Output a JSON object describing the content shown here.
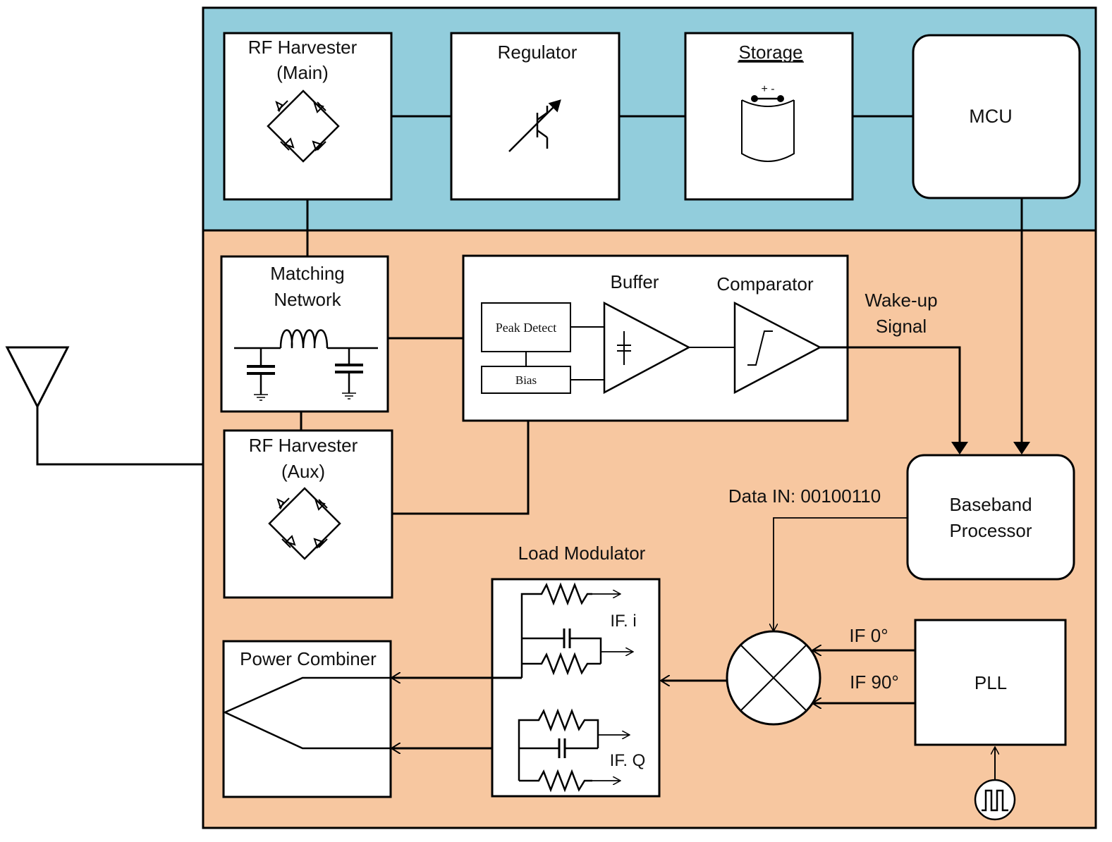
{
  "colors": {
    "top_panel": "#92CDDC",
    "bottom_panel": "#F7C7A0",
    "line": "#000000",
    "box_fill": "#ffffff"
  },
  "blocks": {
    "rf_harvester_main": {
      "line1": "RF Harvester",
      "line2": "(Main)"
    },
    "regulator": {
      "label": "Regulator"
    },
    "storage": {
      "label": "Storage",
      "polarity": "+ -"
    },
    "mcu": {
      "label": "MCU"
    },
    "matching_network": {
      "line1": "Matching",
      "line2": "Network"
    },
    "rf_harvester_aux": {
      "line1": "RF Harvester",
      "line2": "(Aux)"
    },
    "peak_detect": {
      "label": "Peak Detect"
    },
    "bias": {
      "label": "Bias"
    },
    "buffer": {
      "label": "Buffer"
    },
    "comparator": {
      "label": "Comparator"
    },
    "baseband_processor": {
      "line1": "Baseband",
      "line2": "Processor"
    },
    "load_modulator": {
      "label": "Load Modulator"
    },
    "power_combiner": {
      "label": "Power Combiner"
    },
    "pll": {
      "label": "PLL"
    }
  },
  "signals": {
    "wake_up_line1": "Wake-up",
    "wake_up_line2": "Signal",
    "data_in": "Data IN: 00100110",
    "if_0": "IF 0°",
    "if_90": "IF 90°",
    "if_i": "IF. i",
    "if_q": "IF. Q"
  },
  "icons": [
    "antenna-icon",
    "diode-bridge-icon",
    "zener-regulator-icon",
    "battery-icon",
    "inductor-icon",
    "capacitor-icon",
    "ground-icon",
    "opamp-icon",
    "mixer-icon",
    "resistor-icon",
    "clock-source-icon"
  ]
}
